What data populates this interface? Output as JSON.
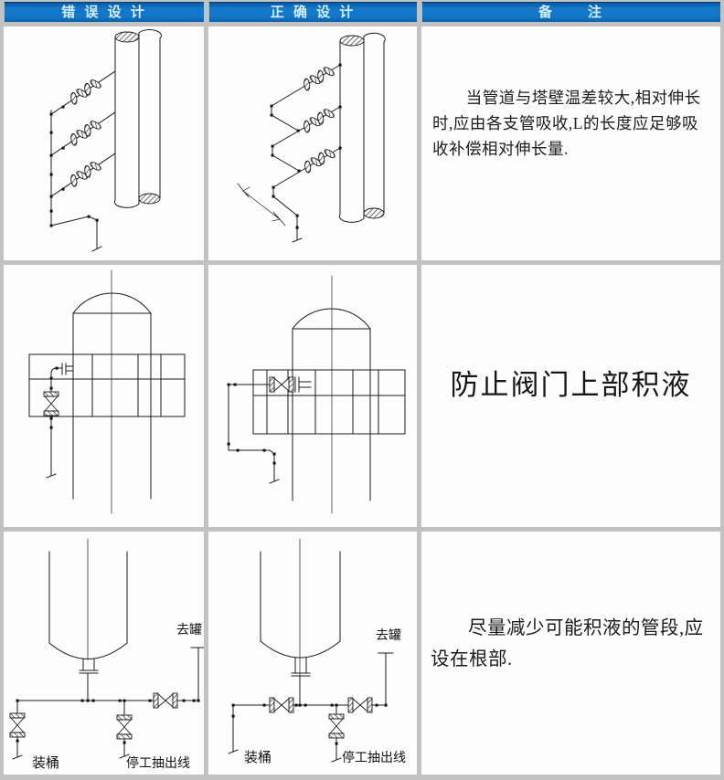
{
  "header": {
    "wrong": "错 误 设 计",
    "correct": "正 确 设 计",
    "remarks": "备　　注"
  },
  "rows": [
    {
      "remark": "当管道与塔壁温差较大,相对伸长时,应由各支管吸收,L的长度应足够吸收补偿相对伸长量."
    },
    {
      "remark": "防止阀门上部积液"
    },
    {
      "remark": "尽量减少可能积液的管段,应设在根部.",
      "wrong_labels": {
        "to_tank": "去罐",
        "drum": "装桶",
        "shutdown": "停工抽出线"
      },
      "correct_labels": {
        "to_tank": "去罐",
        "drum": "装桶",
        "shutdown": "停工抽出线"
      }
    }
  ],
  "colors": {
    "header_bg": "#1377c9",
    "header_text": "#d3eefb",
    "grid_line": "#c2c2c2",
    "cell_bg": "#fdfdfd",
    "drawing_stroke": "#1a1a1a"
  }
}
